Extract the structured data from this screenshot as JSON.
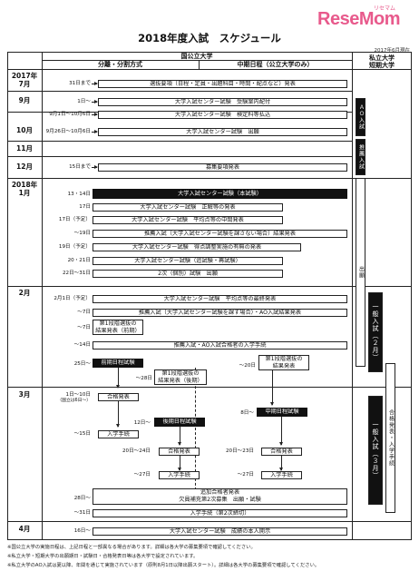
{
  "logo": {
    "text": "ReseMom",
    "sub": "リセマム"
  },
  "title": "2018年度入試　スケジュール",
  "date_note": "2017年6月現在",
  "headers": {
    "national": "国公立大学",
    "split": "分離・分割方式",
    "mid": "中期日程（公立大学のみ）",
    "private": "私立大学\n短期大学"
  },
  "months": {
    "y2017": "2017年",
    "m7": "7月",
    "m9": "9月",
    "m10": "10月",
    "m11": "11月",
    "m12": "12月",
    "y2018": "2018年",
    "m1": "1月",
    "m2": "2月",
    "m3": "3月",
    "m4": "4月"
  },
  "rows": [
    {
      "date": "31日まで",
      "text": "選抜要項（日程・定員・出題科目・時間・配点など）発表"
    },
    {
      "date": "1日～",
      "text": "大学入試センター試験　受験案内配付"
    },
    {
      "date": "9月1日～10月6日",
      "text": "大学入試センター試験　検定料等払込"
    },
    {
      "date": "9月26日～10月6日",
      "text": "大学入試センター試験　出願"
    },
    {
      "date": "15日まで",
      "text": "募集要項発表"
    },
    {
      "date": "13・14日",
      "text": "大学入試センター試験（本試験）"
    },
    {
      "date": "17日",
      "text": "大学入試センター試験　正解等の発表"
    },
    {
      "date": "17日（予定）",
      "text": "大学入試センター試験　平均点等の中間発表"
    },
    {
      "date": "～19日",
      "text": "推薦入試（大学入試センター試験を課さない場合）結果発表"
    },
    {
      "date": "19日（予定）",
      "text": "大学入試センター試験　得点調整実施の有無の発表"
    },
    {
      "date": "20・21日",
      "text": "大学入試センター試験（追試験・再試験）"
    },
    {
      "date": "22日～31日",
      "text": "2次（個別）試験　出願"
    },
    {
      "date": "2月1日（予定）",
      "text": "大学入試センター試験　平均点等の最終発表"
    },
    {
      "date": "～7日",
      "text": "推薦入試（大学入試センター試験を課す場合）・AO入試結果発表"
    },
    {
      "date": "～7日",
      "text": "第1段階選抜の\n結果発表（前期）"
    },
    {
      "date": "～14日",
      "text": "推薦入試・AO入試合格者の入学手続"
    }
  ],
  "feb": {
    "d25": "25日～",
    "zenki": "前期日程試験",
    "d28": "～28日",
    "kouki_sel": "第1段階選抜の\n結果発表（後期）",
    "d20": "～20日",
    "chuki_sel": "第1段階選抜の\n結果発表"
  },
  "mar": {
    "d1_10": "1日～10日",
    "kokuritsu": "（国立は6日～）",
    "gokaku1": "合格発表",
    "d15": "～15日",
    "nyugaku1": "入学手続",
    "d12": "12日～",
    "kouki": "後期日程試験",
    "d8": "8日～",
    "chuki": "中期日程試験",
    "d20_24a": "20日～24日",
    "gokaku2": "合格発表",
    "d20_23": "20日～23日",
    "gokaku3": "合格発表",
    "d27a": "～27日",
    "nyugaku2": "入学手続",
    "d27b": "～27日",
    "nyugaku3": "入学手続",
    "d28": "28日～",
    "tsuika": "追加合格者発表\n欠員補充第2次募集　出願・試験",
    "d31": "～31日",
    "nyugaku_final": "入学手続（第2次締切）"
  },
  "apr": {
    "d16": "16日～",
    "text": "大学入試センター試験　成績の本人開示"
  },
  "private_col": {
    "ao": "ＡＯ入試",
    "suisen": "推薦入試",
    "shutsugan": "出願",
    "ippan_feb": "一般入試（２月）",
    "goukaku": "合格発表・入学手続",
    "ippan_mar": "一般入試（３月）"
  },
  "footnotes": [
    "※国公立大学の実施日程は、上記日程と一部異なる場合があります。詳細は各大学の募集要項で確認してください。",
    "※私立大学・短期大学の出願期日・試験日・合格発表日等は各大学で設定されています。",
    "※私立大学のAO入試は夏以降、年間を通じて実施されています（原則8月1日以降出願スタート）。詳細は各大学の募集要項で確認してください。"
  ]
}
